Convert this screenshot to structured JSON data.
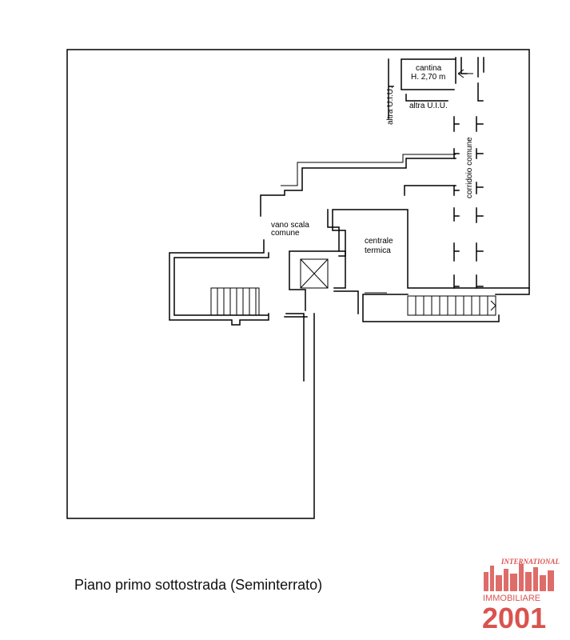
{
  "labels": {
    "cantina": "cantina",
    "cantina_height": "H. 2,70 m",
    "altra_uiu_vertical": "altra U.I.U.",
    "altra_uiu": "altra U.I.U.",
    "corridoio": "corridoio comune",
    "vano_scala_1": "vano scala",
    "vano_scala_2": "comune",
    "centrale_1": "centrale",
    "centrale_2": "termica"
  },
  "caption": "Piano primo sottostrada (Seminterrato)",
  "logo": {
    "top": "INTERNATIONAL",
    "middle": "IMMOBILIARE",
    "bottom": "2001",
    "color": "#d9534f"
  },
  "colors": {
    "line": "#000000",
    "logo": "#d9534f",
    "background": "#ffffff"
  }
}
